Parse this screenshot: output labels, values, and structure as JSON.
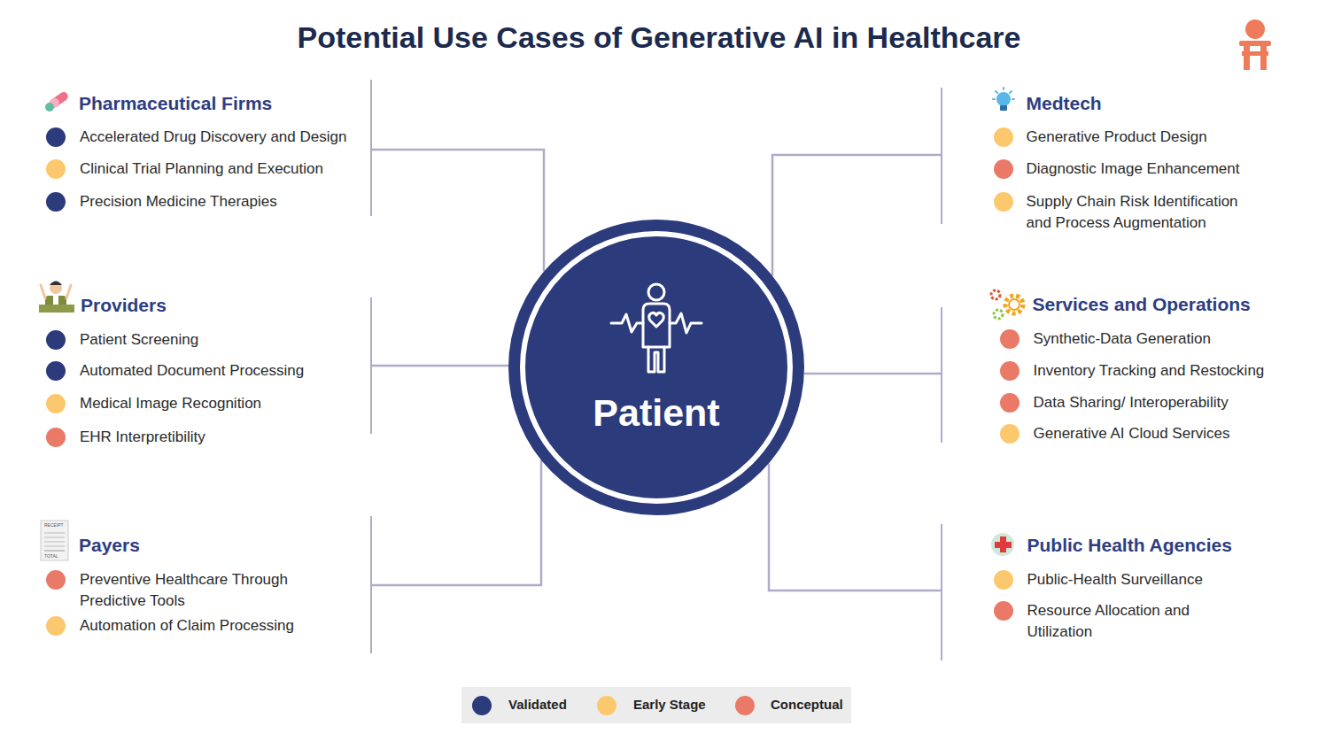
{
  "diagram": {
    "title": "Potential Use Cases of Generative AI in Healthcare",
    "nodes": [
      {
        "text": [
          "Pharmaceutical Firms",
          "Accelerated Drug Discovery and Design",
          "Clinical Trial Planning and Execution",
          "Precision Medicine Therapies"
        ]
      },
      {
        "text": [
          "Medtech",
          "Generative Product Design",
          "Diagnostic Image Enhancement",
          "Supply Chain Risk Identification and Process Augmentation"
        ]
      },
      {
        "text": [
          "Providers",
          "Patient Screening",
          "Automated Document Processing",
          "Medical Image Recognition",
          "EHR Interpretibility"
        ]
      },
      {
        "text": [
          "Patient"
        ]
      },
      {
        "text": [
          "Services and Operations",
          "Synthetic-Data Generation",
          "Inventory Tracking and Restocking",
          "Data Sharing/ Interoperability",
          "Generative AI Cloud Services"
        ]
      },
      {
        "text": [
          "Payers",
          "Preventive Healthcare Through Predictive Tools",
          "Automation of Claim Processing"
        ]
      },
      {
        "text": [
          "Public Health Agencies",
          "Public-Health Surveillance",
          "Resource Allocation and Utilization"
        ]
      }
    ],
    "edges": [
      {
        "from": 3,
        "to": 0,
        "arrow": "none"
      },
      {
        "from": 3,
        "to": 1,
        "arrow": "none"
      },
      {
        "from": 3,
        "to": 2,
        "arrow": "none"
      },
      {
        "from": 3,
        "to": 4,
        "arrow": "none"
      },
      {
        "from": 3,
        "to": 5,
        "arrow": "none"
      },
      {
        "from": 3,
        "to": 6,
        "arrow": "none"
      }
    ],
    "labels": [
      "RECEIPT",
      "TOTAL"
    ],
    "legend": [
      {
        "text": "Validated",
        "color": "#2c3b7b"
      },
      {
        "text": "Early Stage",
        "color": "#fcc86e"
      },
      {
        "text": "Conceptual",
        "color": "#ea7a67"
      }
    ]
  }
}
